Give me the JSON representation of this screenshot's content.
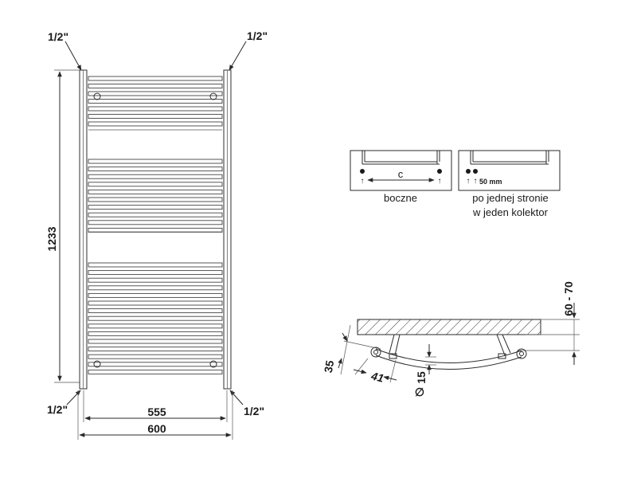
{
  "front": {
    "pipe_top_left": "1/2\"",
    "pipe_top_right": "1/2\"",
    "pipe_bottom_left": "1/2\"",
    "pipe_bottom_right": "1/2\"",
    "height": "1233",
    "inner_width": "555",
    "outer_width": "600"
  },
  "connections": {
    "side_caption": "boczne",
    "side_dim": "c",
    "one_side_caption_line1": "po jednej stronie",
    "one_side_caption_line2": "w jeden kolektor",
    "one_side_dim": "50 mm"
  },
  "side_view": {
    "wall_offset": "60 - 70",
    "offset_35": "35",
    "dim_41": "41",
    "dim_15": "15",
    "diameter_symbol": "∅"
  },
  "colors": {
    "line": "#2a2a2a",
    "hatch": "#333333"
  }
}
